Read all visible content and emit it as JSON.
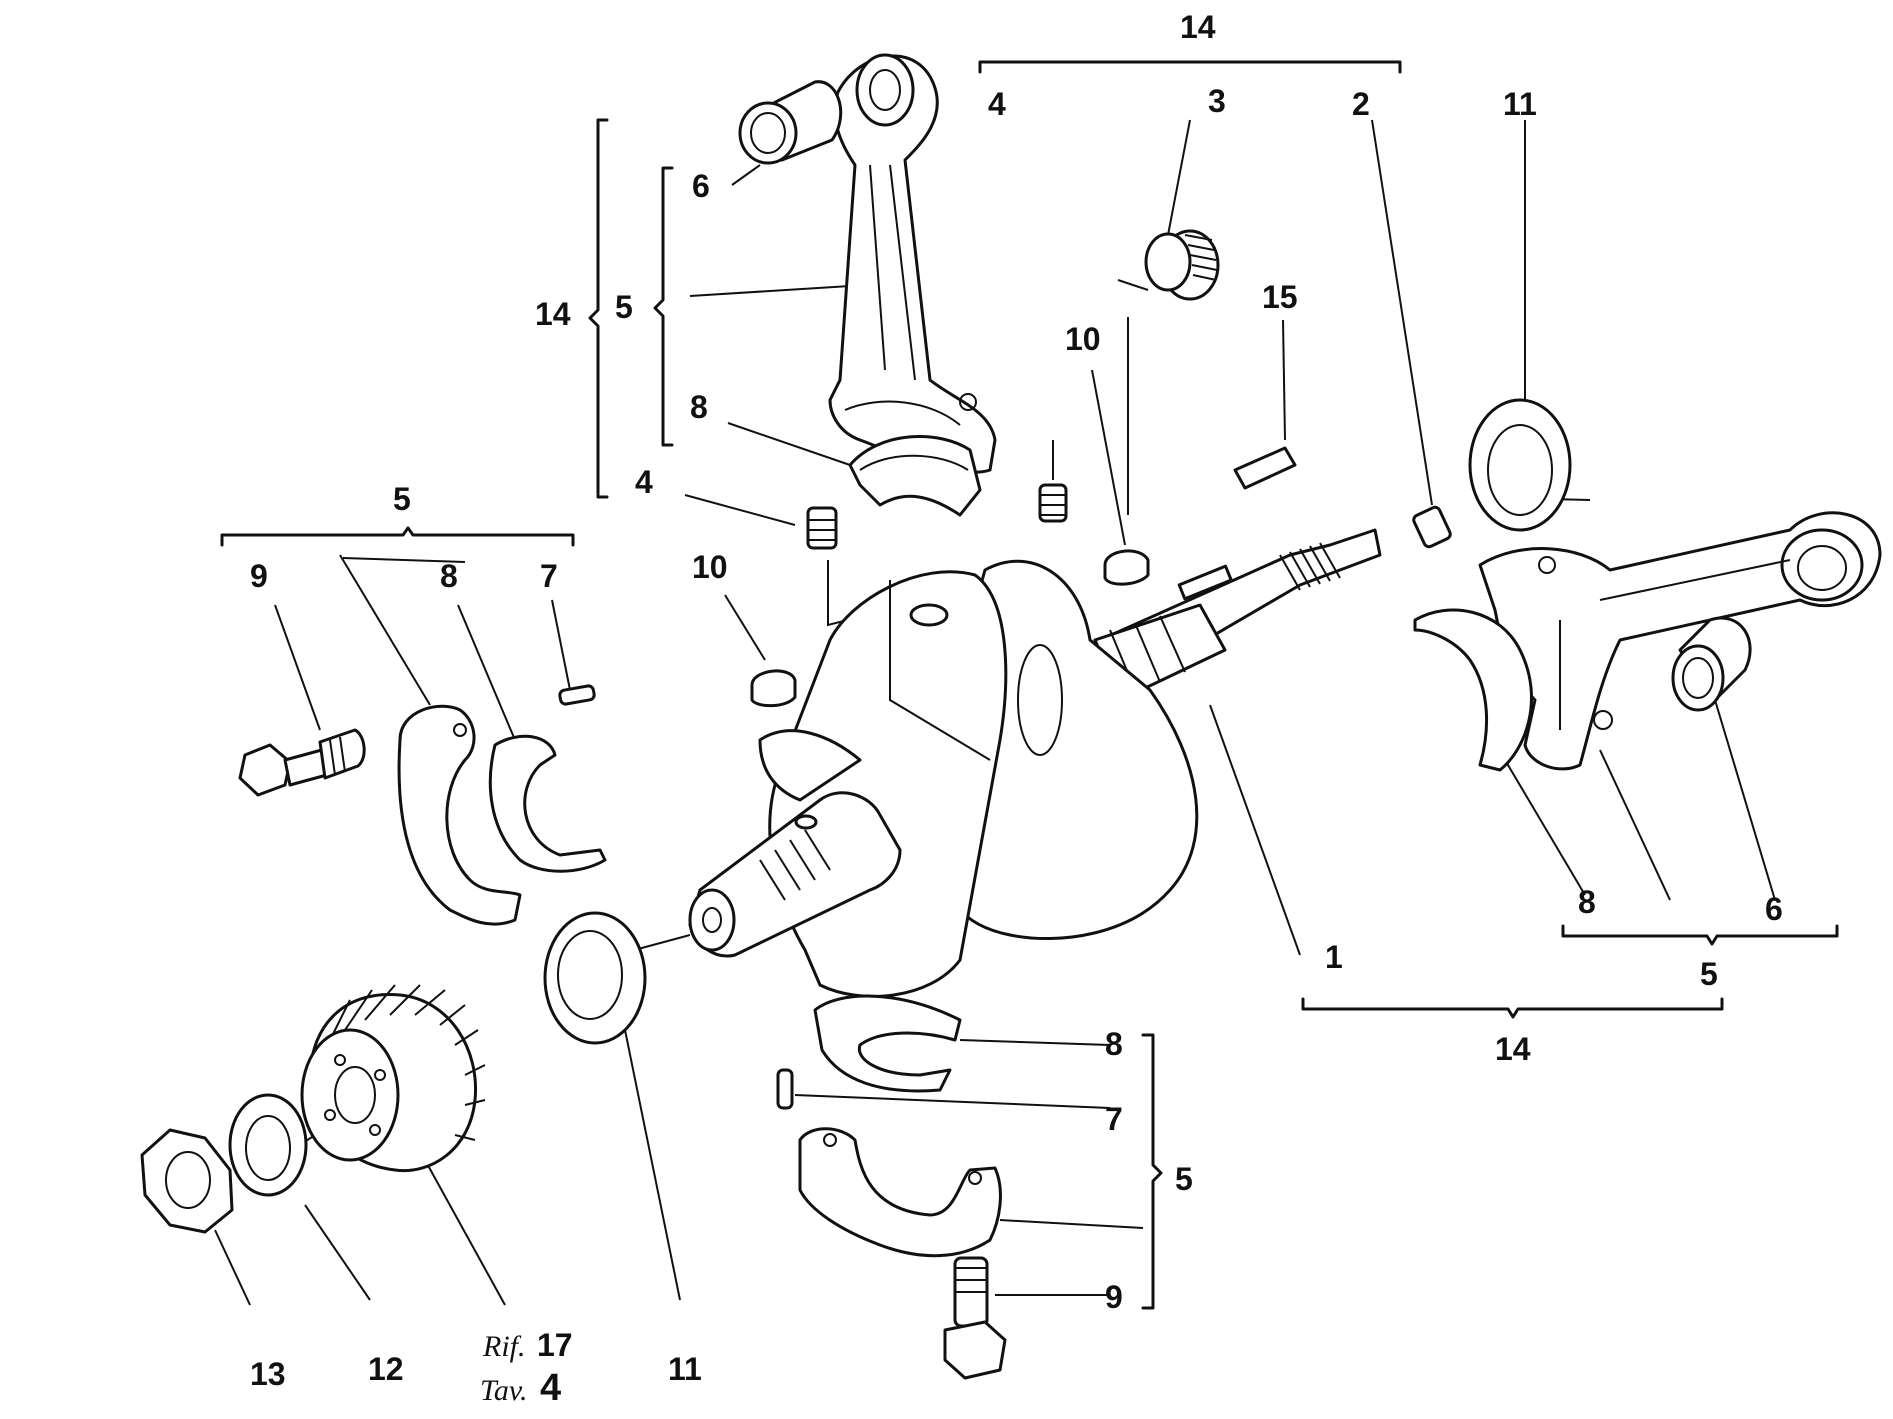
{
  "callouts": [
    {
      "id": "c14-top",
      "text": "14"
    },
    {
      "id": "c4-a",
      "text": "4"
    },
    {
      "id": "c3",
      "text": "3"
    },
    {
      "id": "c2",
      "text": "2"
    },
    {
      "id": "c11-right",
      "text": "11"
    },
    {
      "id": "c6-top",
      "text": "6"
    },
    {
      "id": "c14-left",
      "text": "14"
    },
    {
      "id": "c5-rod",
      "text": "5"
    },
    {
      "id": "c15",
      "text": "15"
    },
    {
      "id": "c10-top",
      "text": "10"
    },
    {
      "id": "c8-rod",
      "text": "8"
    },
    {
      "id": "c4-b",
      "text": "4"
    },
    {
      "id": "c5-left",
      "text": "5"
    },
    {
      "id": "c10-left",
      "text": "10"
    },
    {
      "id": "c9-left",
      "text": "9"
    },
    {
      "id": "c8-left",
      "text": "8"
    },
    {
      "id": "c7-left",
      "text": "7"
    },
    {
      "id": "c8-right",
      "text": "8"
    },
    {
      "id": "c6-right",
      "text": "6"
    },
    {
      "id": "c1",
      "text": "1"
    },
    {
      "id": "c5-right",
      "text": "5"
    },
    {
      "id": "c14-right",
      "text": "14"
    },
    {
      "id": "c8-bottom",
      "text": "8"
    },
    {
      "id": "c7-bottom",
      "text": "7"
    },
    {
      "id": "c5-bottom",
      "text": "5"
    },
    {
      "id": "c9-bottom",
      "text": "9"
    },
    {
      "id": "c13",
      "text": "13"
    },
    {
      "id": "c12",
      "text": "12"
    },
    {
      "id": "c11-bottom",
      "text": "11"
    }
  ],
  "reference": {
    "rif_label": "Rif.",
    "rif_value": "17",
    "tav_label": "Tav.",
    "tav_value": "4"
  }
}
